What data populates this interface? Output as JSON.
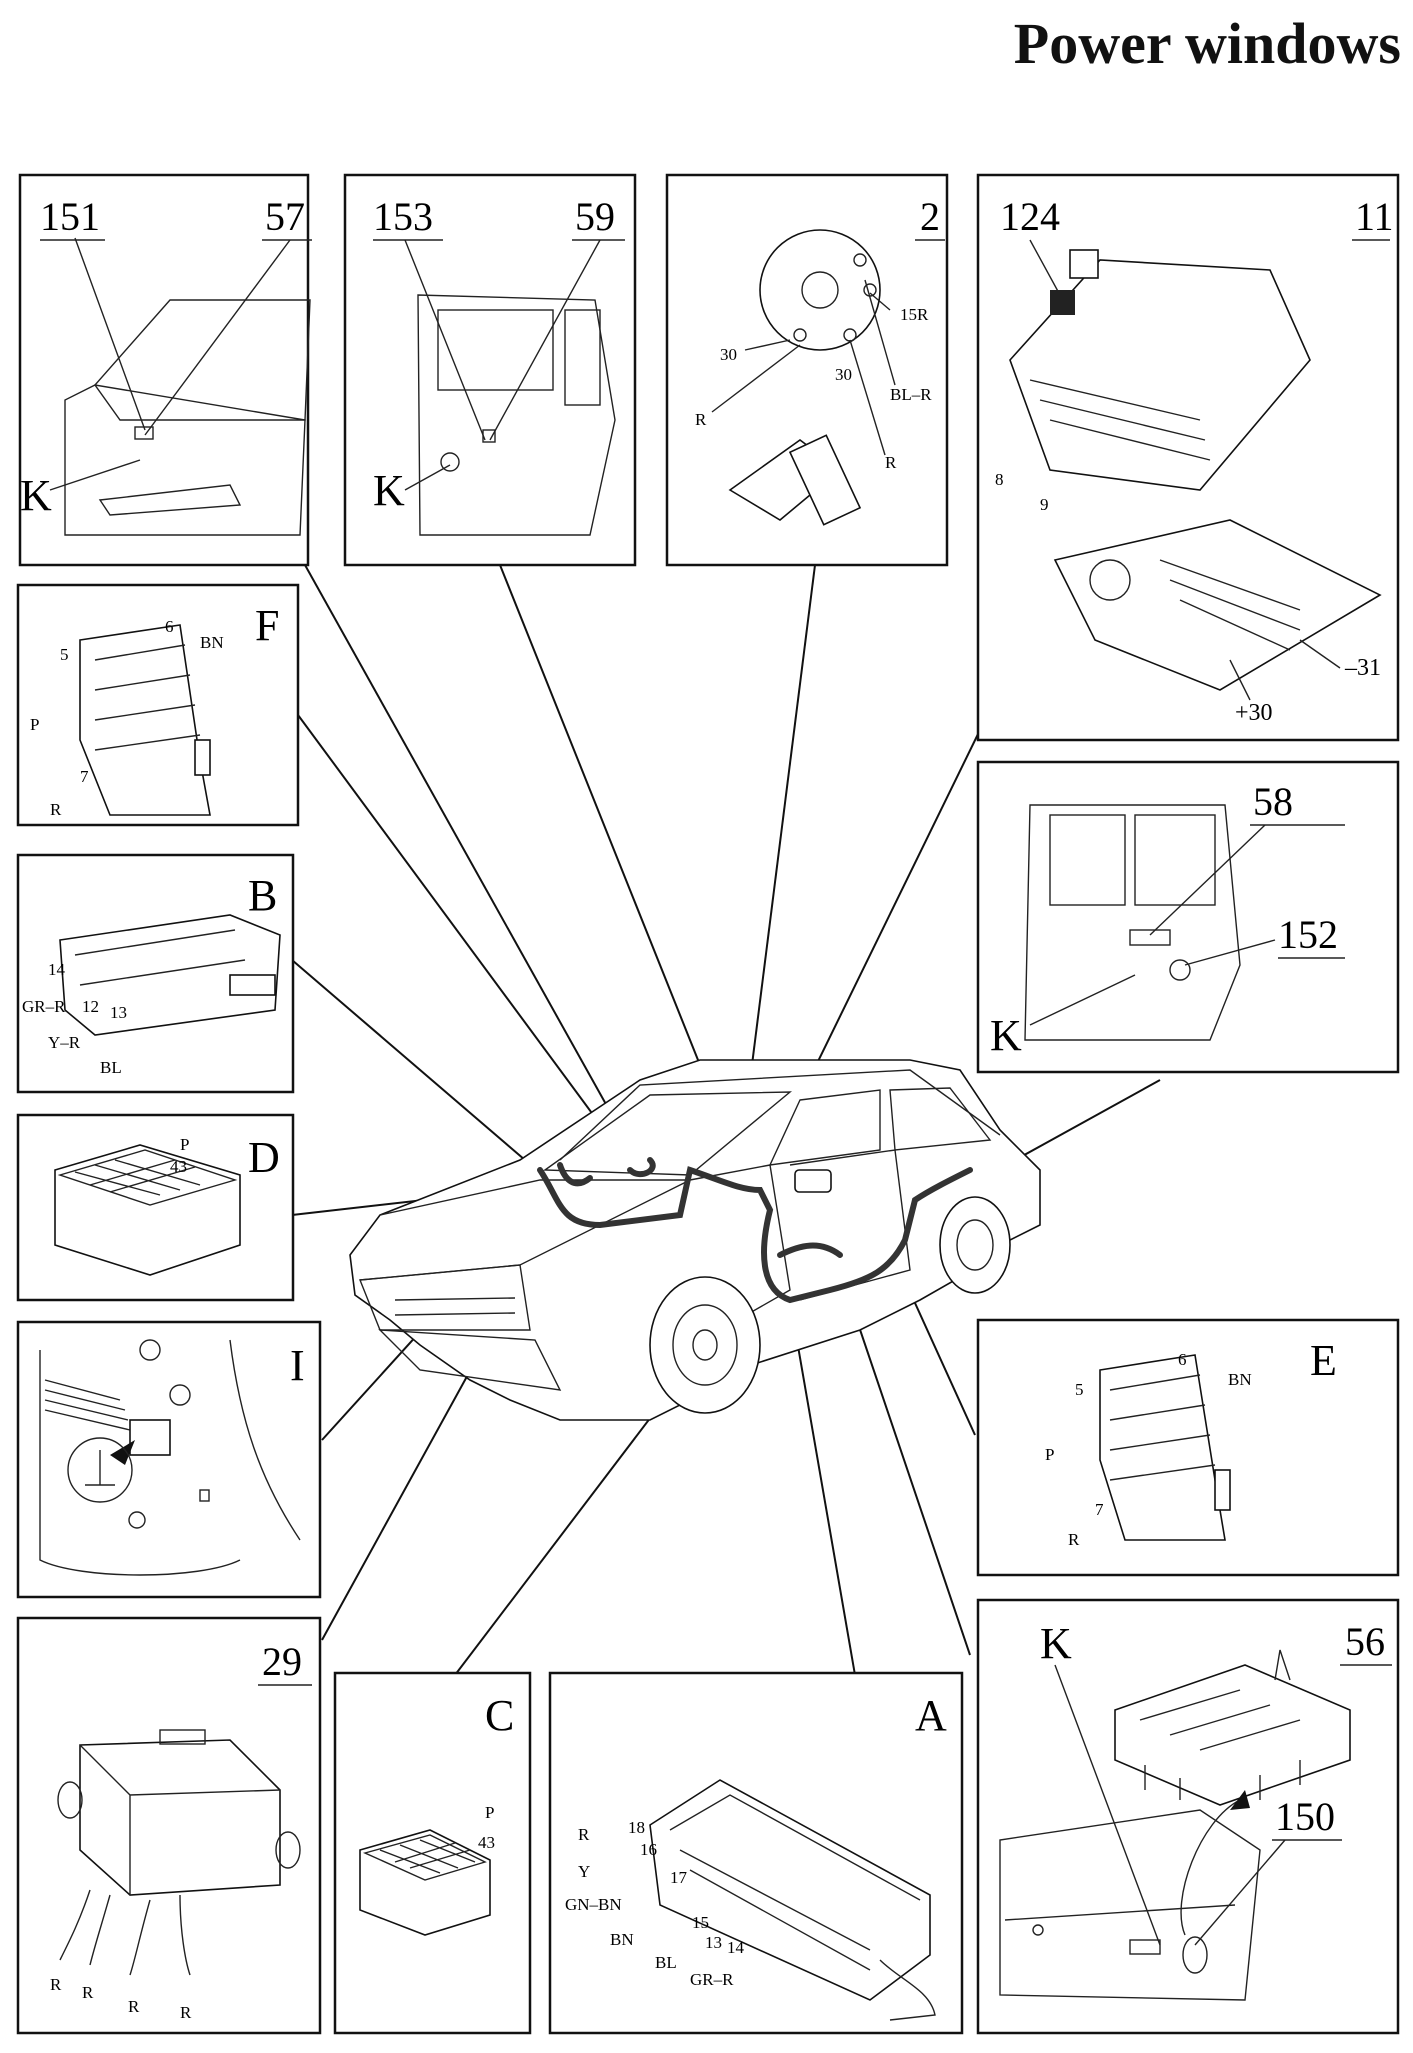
{
  "title": "Power windows",
  "panels": {
    "p151": {
      "num_left": "151",
      "num_right": "57",
      "marker": "K"
    },
    "p153": {
      "num_left": "153",
      "num_right": "59",
      "marker": "K"
    },
    "p2": {
      "num": "2",
      "labels": [
        "30",
        "15R",
        "30",
        "R",
        "BL–R",
        "R"
      ]
    },
    "p11": {
      "num_left": "124",
      "num_right": "11",
      "labels": [
        "8",
        "9",
        "–31",
        "+30"
      ]
    },
    "pF": {
      "letter": "F",
      "labels": [
        "6",
        "BN",
        "5",
        "P",
        "7",
        "R"
      ]
    },
    "p58": {
      "num_top": "58",
      "num_mid": "152",
      "marker": "K"
    },
    "pB": {
      "letter": "B",
      "labels": [
        "14",
        "GR–R",
        "12",
        "13",
        "Y–R",
        "BL"
      ]
    },
    "pD": {
      "letter": "D",
      "labels": [
        "P",
        "43"
      ]
    },
    "pI": {
      "letter": "I"
    },
    "pE": {
      "letter": "E",
      "labels": [
        "6",
        "BN",
        "5",
        "P",
        "7",
        "R"
      ]
    },
    "p29": {
      "num": "29",
      "labels": [
        "R",
        "R",
        "R",
        "R"
      ]
    },
    "pC": {
      "letter": "C",
      "labels": [
        "P",
        "43"
      ]
    },
    "pA": {
      "letter": "A",
      "labels": [
        "R",
        "18",
        "16",
        "Y",
        "17",
        "GN–BN",
        "15",
        "BN",
        "13",
        "BL",
        "14",
        "GR–R"
      ]
    },
    "p56": {
      "num_top": "56",
      "num_mid": "150",
      "marker": "K"
    }
  }
}
